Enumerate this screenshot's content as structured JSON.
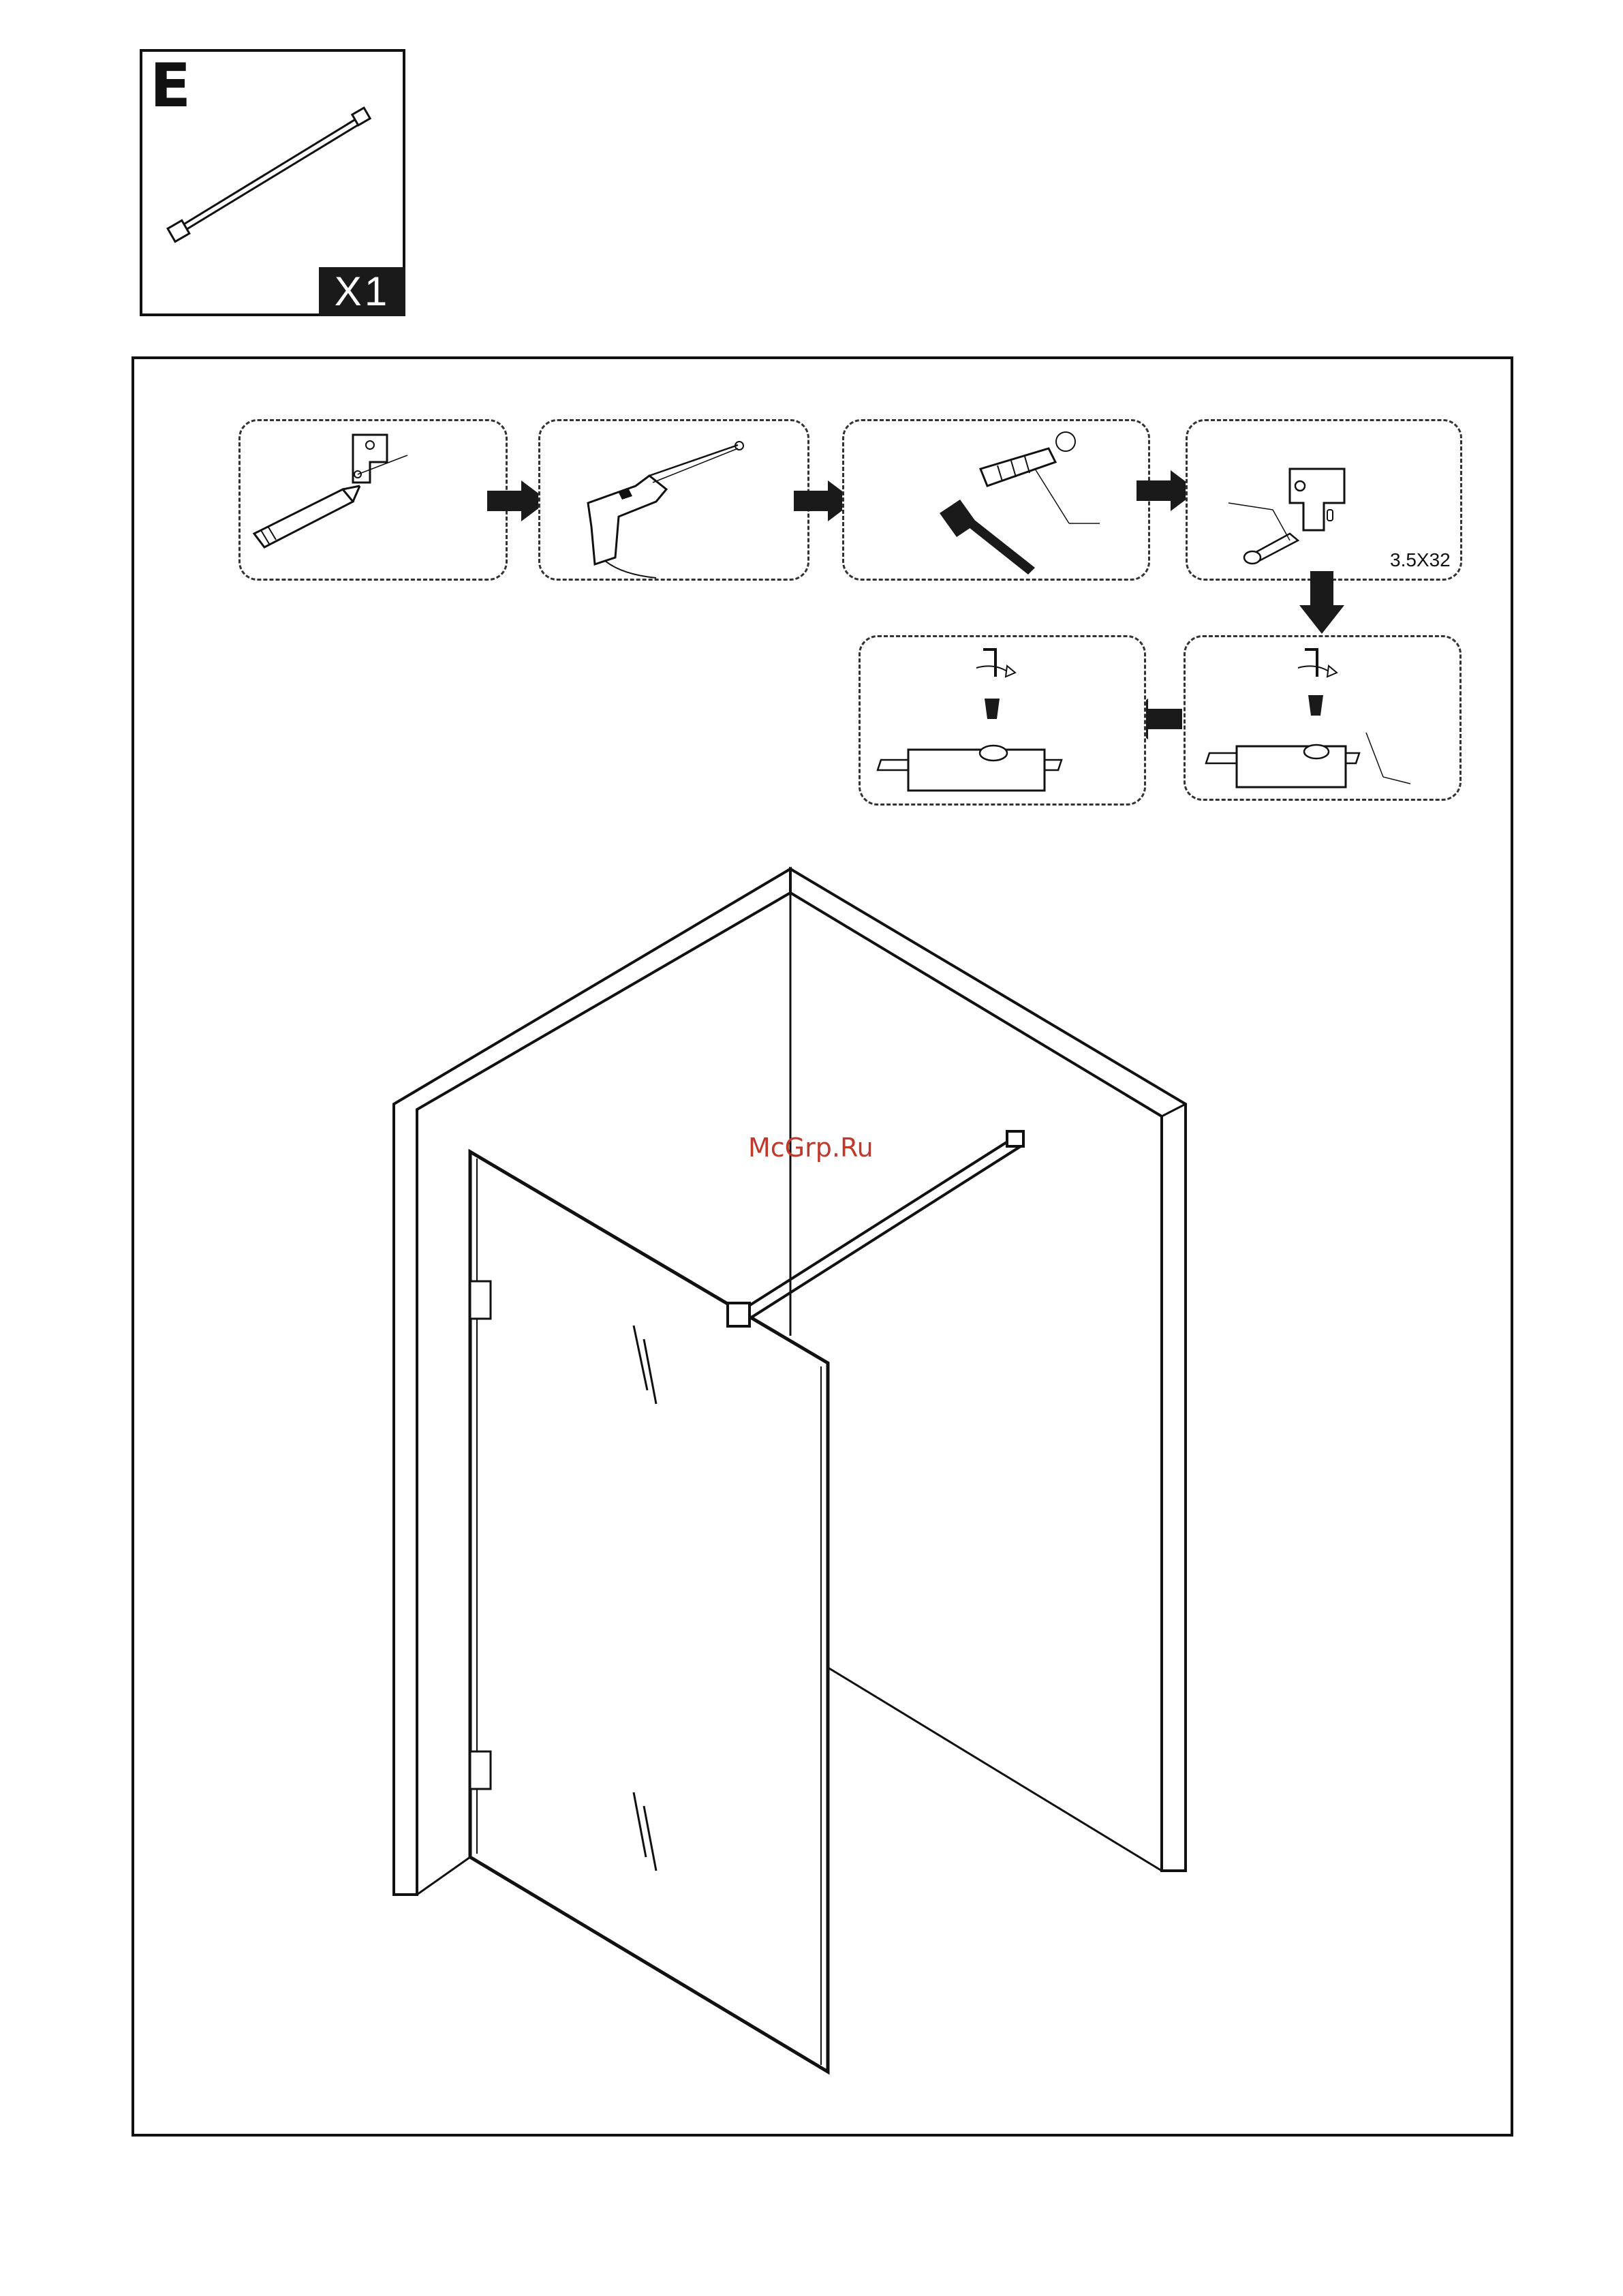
{
  "part": {
    "letter": "E",
    "quantity": "X1"
  },
  "steps": {
    "screw_size": "3.5X32"
  },
  "watermark": "McGrp.Ru"
}
